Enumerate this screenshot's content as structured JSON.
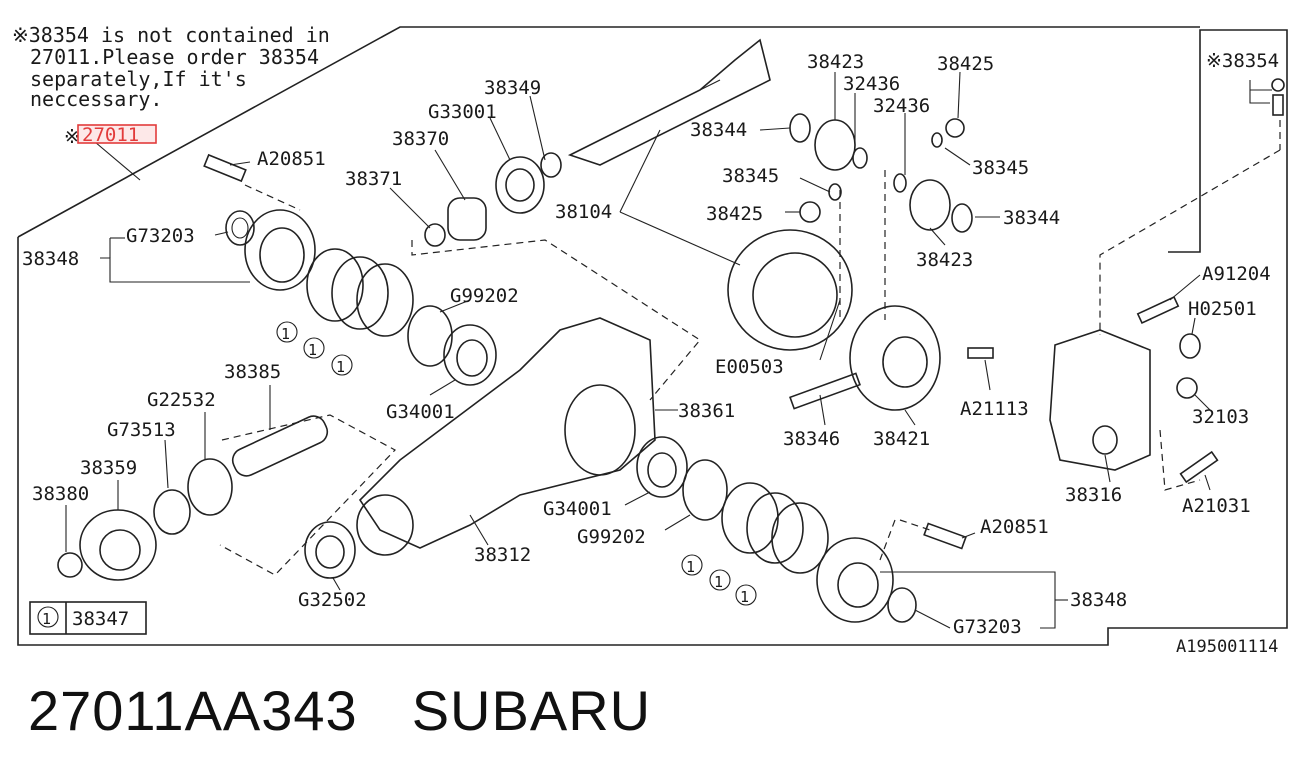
{
  "note": {
    "lines": [
      "※38354 is not contained in",
      "27011.Please order 38354",
      "separately,If it's",
      "neccessary."
    ],
    "ref_marker": "※",
    "ref_highlight": "27011",
    "highlight_color": "#e23b3b"
  },
  "callouts": {
    "a20851_top": "A20851",
    "g73203_left": "G73203",
    "p38348_left": "38348",
    "p38371": "38371",
    "p38370": "38370",
    "g33001": "G33001",
    "p38349": "38349",
    "p38104": "38104",
    "p38423_top": "38423",
    "p32436_a": "32436",
    "p38425_top": "38425",
    "p32436_b": "32436",
    "p38344_a": "38344",
    "p38345_a": "38345",
    "p38345_b": "38345",
    "p38425_b": "38425",
    "p38344_b": "38344",
    "p38423_b": "38423",
    "p38354": "※38354",
    "a91204": "A91204",
    "h02501": "H02501",
    "g99202_top": "G99202",
    "e00503": "E00503",
    "a21113": "A21113",
    "p38346": "38346",
    "p38421": "38421",
    "p32103": "32103",
    "p38361": "38361",
    "g34001_top": "G34001",
    "p38385": "38385",
    "g22532": "G22532",
    "g73513": "G73513",
    "p38359": "38359",
    "p38380": "38380",
    "p38316": "38316",
    "a21031": "A21031",
    "g34001_bot": "G34001",
    "g99202_bot": "G99202",
    "p38312": "38312",
    "g32502": "G32502",
    "a20851_bot": "A20851",
    "p38348_right": "38348",
    "g73203_right": "G73203"
  },
  "shim_marker": "1",
  "legend": {
    "marker": "1",
    "part": "38347"
  },
  "diagram_code": "A195001114",
  "footer": {
    "part_number": "27011AA343",
    "brand": "SUBARU"
  }
}
